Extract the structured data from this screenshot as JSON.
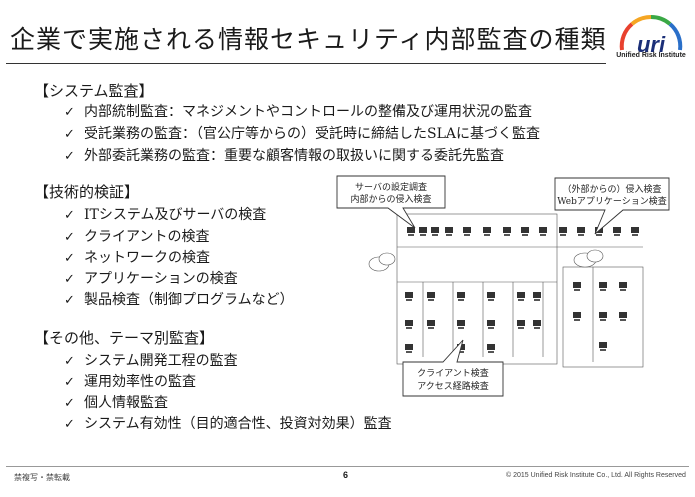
{
  "slide": {
    "title": "企業で実施される情報セキュリティ内部監査の種類",
    "logo_text": "uri",
    "logo_subtext": "Unified Risk Institute"
  },
  "sections": [
    {
      "heading": "【システム監査】",
      "items": [
        "内部統制監査：マネジメントやコントロールの整備及び運用状況の監査",
        "受託業務の監査：（官公庁等からの）受託時に締結したSLAに基づく監査",
        "外部委託業務の監査：重要な顧客情報の取扱いに関する委託先監査"
      ]
    },
    {
      "heading": "【技術的検証】",
      "items": [
        "ITシステム及びサーバの検査",
        "クライアントの検査",
        "ネットワークの検査",
        "アプリケーションの検査",
        "製品検査（制御プログラムなど）"
      ]
    },
    {
      "heading": "【その他、テーマ別監査】",
      "items": [
        "システム開発工程の監査",
        "運用効率性の監査",
        "個人情報監査",
        "システム有効性（目的適合性、投資対効果）監査"
      ]
    }
  ],
  "check_mark": "✓",
  "diagram": {
    "callout_server": [
      "サーバの設定調査",
      "内部からの侵入検査"
    ],
    "callout_web": [
      "（外部からの）侵入検査",
      "Webアプリケーション検査"
    ],
    "callout_client": [
      "クライアント検査",
      "アクセス経路検査"
    ]
  },
  "footer": {
    "left": "禁複写・禁転載",
    "page": "6",
    "right": "© 2015 Unified Risk Institute Co., Ltd.  All Rights Reserved"
  },
  "colors": {
    "logo_ring": [
      "#e8412e",
      "#f5a623",
      "#3aa845",
      "#2a6fc9",
      "#8e3bb5"
    ]
  }
}
